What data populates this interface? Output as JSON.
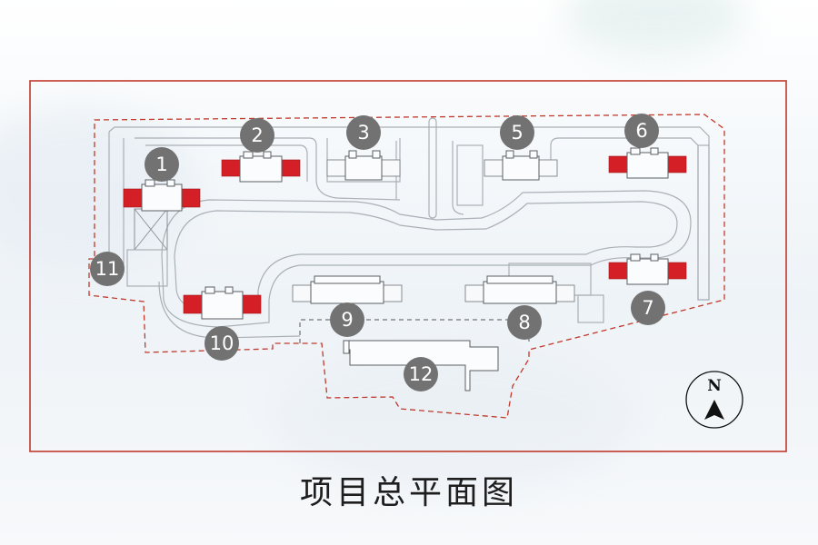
{
  "title": "项目总平面图",
  "colors": {
    "outer_frame": "#c0392b",
    "site_boundary": "#c0392b",
    "highlight_wing": "#d41f26",
    "badge": "#727272",
    "road": "#a9b0b6"
  },
  "buildings": [
    {
      "label": "1",
      "highlighted": true
    },
    {
      "label": "2",
      "highlighted": true
    },
    {
      "label": "3",
      "highlighted": false
    },
    {
      "label": "5",
      "highlighted": false
    },
    {
      "label": "6",
      "highlighted": true
    },
    {
      "label": "7",
      "highlighted": true
    },
    {
      "label": "8",
      "highlighted": false
    },
    {
      "label": "9",
      "highlighted": false
    },
    {
      "label": "10",
      "highlighted": true
    },
    {
      "label": "11",
      "highlighted": false
    },
    {
      "label": "12",
      "highlighted": false
    }
  ],
  "compass": {
    "label": "N",
    "icon": "north-arrow-icon"
  }
}
